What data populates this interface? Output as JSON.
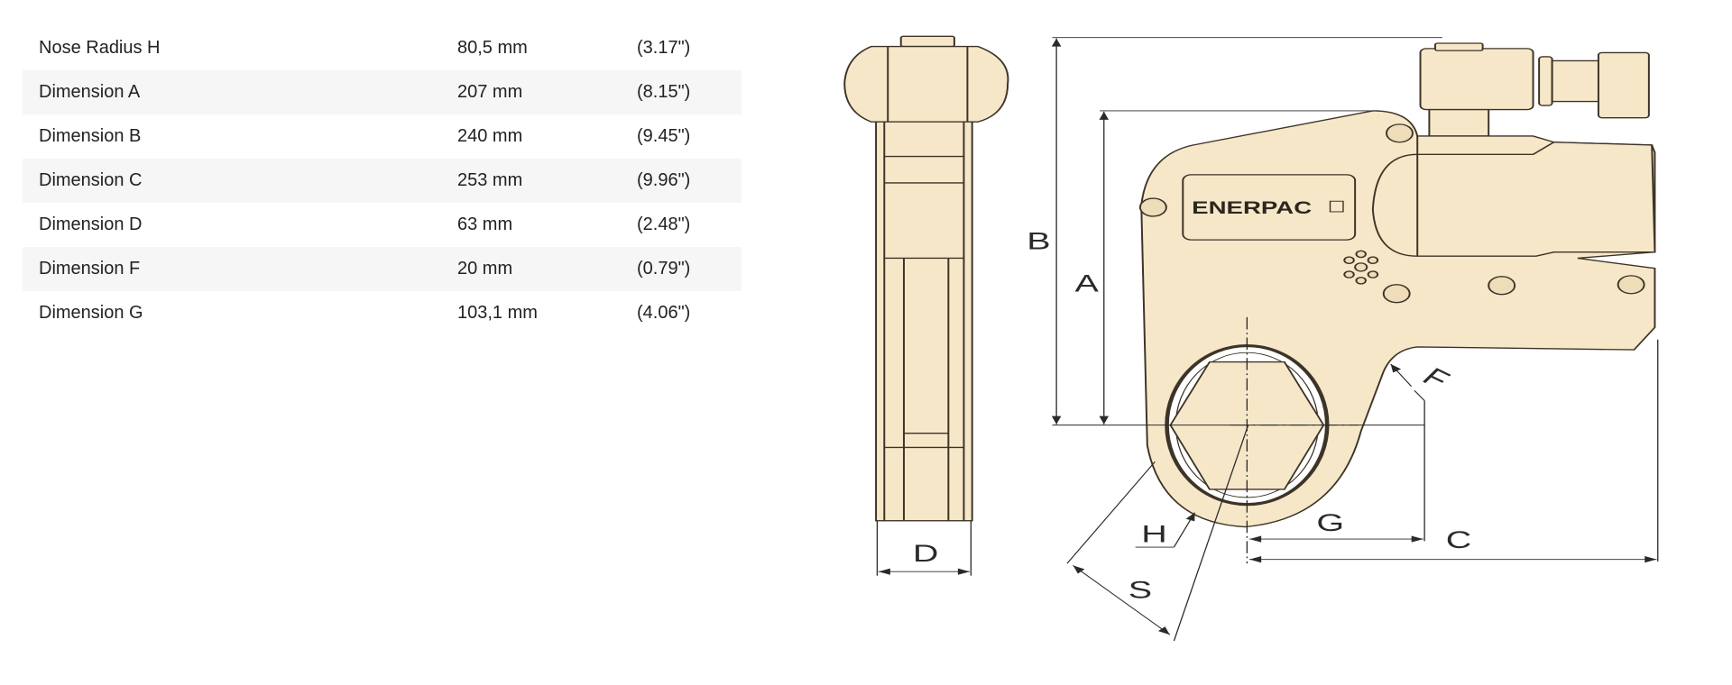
{
  "specs": [
    {
      "label": "Nose Radius H",
      "metric": "80,5 mm",
      "imperial": "(3.17\")"
    },
    {
      "label": "Dimension A",
      "metric": "207 mm",
      "imperial": "(8.15\")"
    },
    {
      "label": "Dimension B",
      "metric": "240 mm",
      "imperial": "(9.45\")"
    },
    {
      "label": "Dimension C",
      "metric": "253 mm",
      "imperial": "(9.96\")"
    },
    {
      "label": "Dimension D",
      "metric": "63 mm",
      "imperial": "(2.48\")"
    },
    {
      "label": "Dimension F",
      "metric": "20 mm",
      "imperial": "(0.79\")"
    },
    {
      "label": "Dimension G",
      "metric": "103,1 mm",
      "imperial": "(4.06\")"
    }
  ],
  "diagram": {
    "brand": "ENERPAC",
    "labels": {
      "A": "A",
      "B": "B",
      "C": "C",
      "D": "D",
      "F": "F",
      "G": "G",
      "H": "H",
      "S": "S"
    },
    "colors": {
      "body": "#f6e7c8",
      "outline": "#3d3428"
    }
  }
}
